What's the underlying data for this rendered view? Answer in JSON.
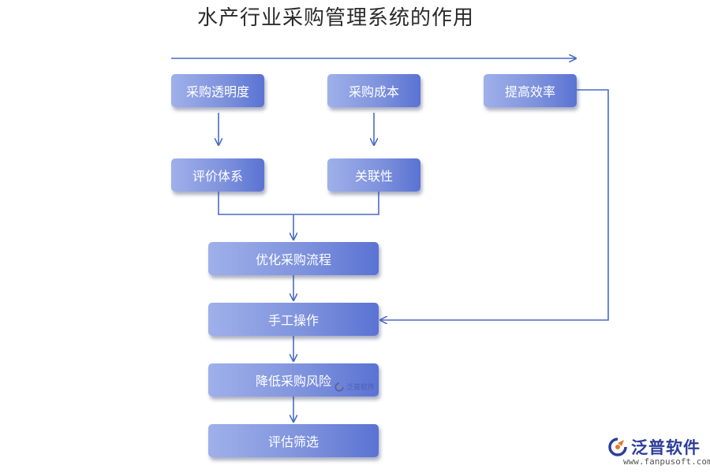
{
  "title": "水产行业采购管理系统的作用",
  "nodes": {
    "procurement_transparency": "采购透明度",
    "procurement_cost": "采购成本",
    "improve_efficiency": "提高效率",
    "evaluation_system": "评价体系",
    "relevance": "关联性",
    "optimize_process": "优化采购流程",
    "manual_operation": "手工操作",
    "reduce_risk": "降低采购风险",
    "evaluation_screening": "评估筛选"
  },
  "watermark": {
    "center_text": "泛普软件"
  },
  "brand": {
    "name": "泛普软件",
    "url": "www.fanpusoft.com"
  },
  "colors": {
    "line": "#4a6cc4",
    "box_light": "#9fb0ea",
    "box_dark": "#5a73d3"
  }
}
